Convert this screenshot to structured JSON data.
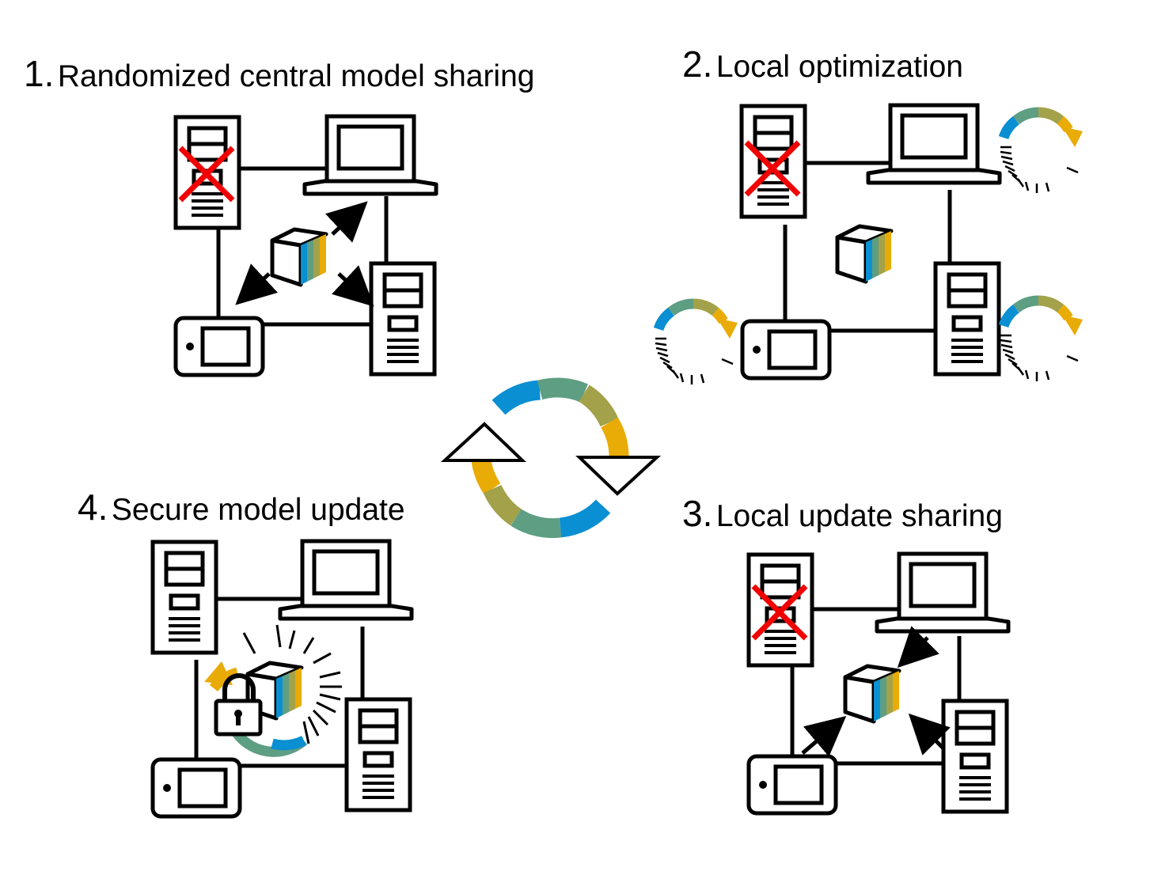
{
  "steps": [
    {
      "num": "1.",
      "title": "Randomized central model sharing"
    },
    {
      "num": "2.",
      "title": "Local optimization"
    },
    {
      "num": "3.",
      "title": "Local update sharing"
    },
    {
      "num": "4.",
      "title": "Secure model update"
    }
  ],
  "colors": {
    "blue": "#0a8fd2",
    "teal": "#5e9e83",
    "olive": "#a3a24a",
    "gold": "#e9ab05",
    "cross": "#f00000",
    "stroke": "#000000"
  },
  "icons": [
    "server-icon",
    "laptop-icon",
    "tablet-icon",
    "model-cube-icon",
    "refresh-cycle-icon",
    "lock-icon",
    "cross-icon",
    "progress-spinner-icon"
  ]
}
